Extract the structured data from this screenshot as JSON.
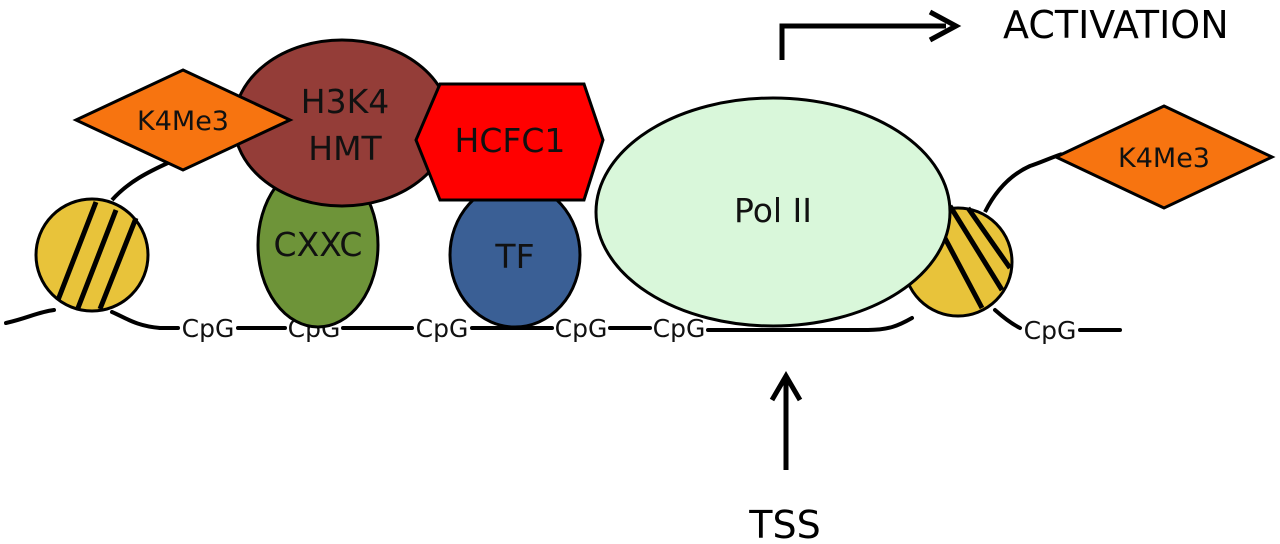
{
  "labels": {
    "activation": "ACTIVATION",
    "tss": "TSS",
    "k4me3_left": "K4Me3",
    "k4me3_right": "K4Me3",
    "h3k4_line1": "H3K4",
    "h3k4_line2": "HMT",
    "hcfc1": "HCFC1",
    "cxxc": "CXXC",
    "tf": "TF",
    "pol2": "Pol II",
    "cpg": [
      "CpG",
      "CpG",
      "CpG",
      "CpG",
      "CpG",
      "CpG"
    ]
  },
  "colors": {
    "nucleosome": "#E8C33A",
    "h3k4_hmt": "#943D38",
    "hcfc1": "#FF0000",
    "cxxc": "#6E9439",
    "tf": "#3A5F95",
    "pol2": "#D9F7DA",
    "k4me3": "#F77410"
  }
}
